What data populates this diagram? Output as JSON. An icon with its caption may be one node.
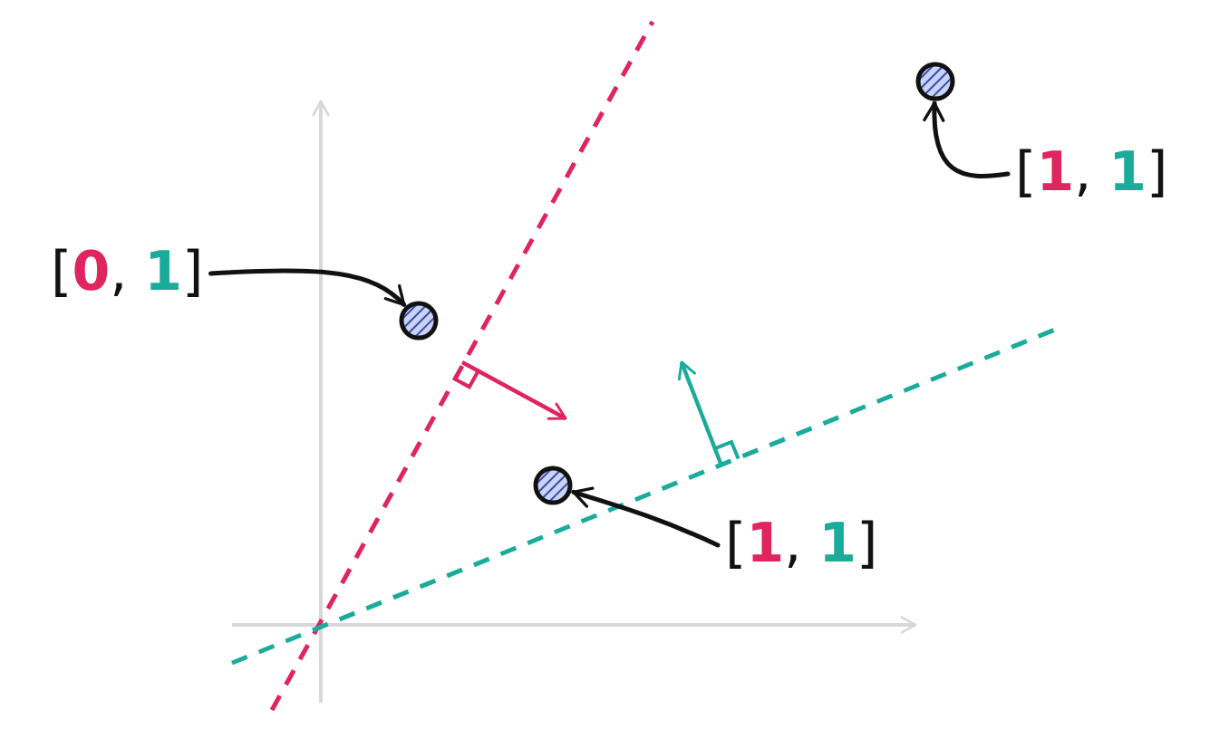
{
  "diagram": {
    "nodes": [
      {
        "text": [],
        "shape": "circle"
      },
      {
        "text": [
          "[1, 1]"
        ]
      },
      {
        "text": [
          "[0, 1]"
        ]
      },
      {
        "text": [],
        "shape": "circle"
      },
      {
        "text": [],
        "shape": "circle"
      },
      {
        "text": [
          "[1, 1]"
        ]
      }
    ],
    "edges": [
      {
        "from": 1,
        "to": 0,
        "arrow": "to"
      },
      {
        "from": 2,
        "to": 3,
        "arrow": "to"
      },
      {
        "from": 5,
        "to": 4,
        "arrow": "to"
      }
    ]
  }
}
